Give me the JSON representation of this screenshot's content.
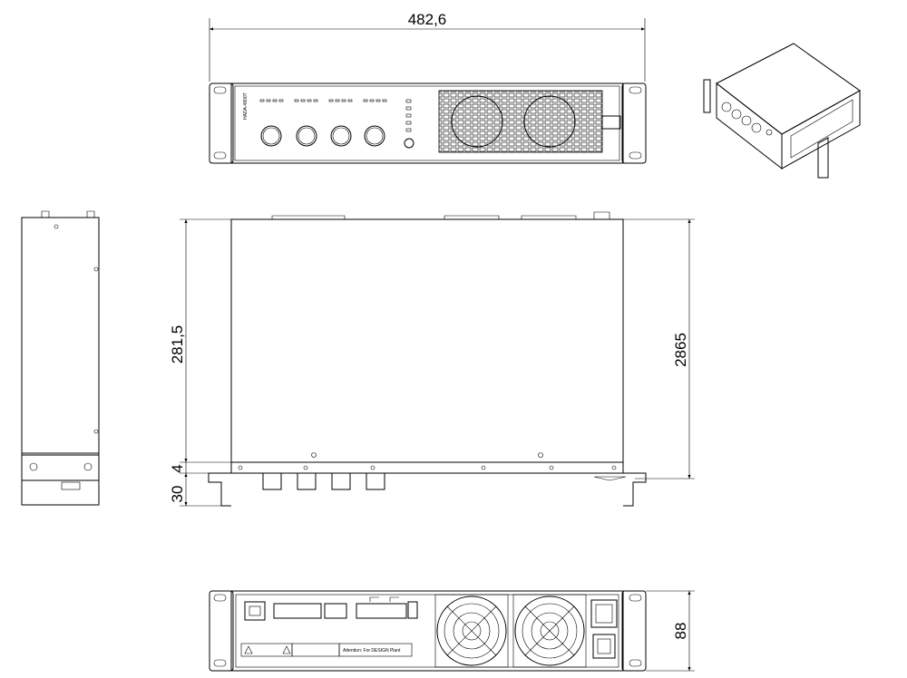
{
  "dimensions": {
    "front_width": "482,6",
    "depth_left": "281,5",
    "depth_right": "2865",
    "ear_thickness": "4",
    "handle_depth": "30",
    "height": "88"
  },
  "front_panel": {
    "model_label": "HADA-4800T"
  },
  "rear_panel": {
    "label_box": "Attention: For DESIGN Plant"
  },
  "colors": {
    "line": "#000000",
    "background": "#ffffff"
  }
}
